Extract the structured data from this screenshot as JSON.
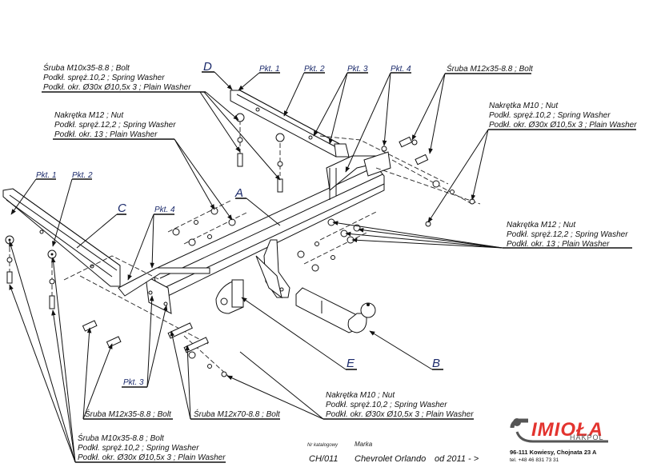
{
  "title_block": {
    "catalog_label": "Nr katalogowy",
    "catalog_number": "CH/011",
    "make_label": "Marka",
    "vehicle": "Chevrolet Orlando",
    "years": "od 2011 - >"
  },
  "company": {
    "logo_text": "IMIOŁA",
    "sub_brand": "HAKPOL",
    "address": "96-111 Kowiesy, Chojnata 23 A",
    "phone": "tel. +48 46 831 73 31",
    "brand_color": "#e3342f"
  },
  "part_letters": {
    "a": "A",
    "b": "B",
    "c": "C",
    "d": "D",
    "e": "E"
  },
  "points": {
    "top_pkt1": "Pkt. 1",
    "top_pkt2": "Pkt. 2",
    "top_pkt3": "Pkt. 3",
    "top_pkt4": "Pkt. 4",
    "left_pkt1": "Pkt. 1",
    "left_pkt2": "Pkt. 2",
    "mid_pkt4": "Pkt. 4",
    "bottom_pkt3": "Pkt. 3"
  },
  "callouts": {
    "top_left_bolt": {
      "line1": "Śruba M10x35-8.8 ;  Bolt",
      "line2": "Podkł. spręż.10,2 ; Spring Washer",
      "line3": "Podkł. okr.  Ø30x Ø10,5x 3 ; Plain Washer"
    },
    "top_left_nut": {
      "line1": "Nakrętka  M12 ; Nut",
      "line2": "Podkł. spręż.12,2 ; Spring Washer",
      "line3": "Podkł. okr. 13 ; Plain Washer"
    },
    "top_right_bolt": {
      "line1": "Śruba M12x35-8.8 ;  Bolt"
    },
    "right_nut_m10": {
      "line1": "Nakrętka  M10 ; Nut",
      "line2": "Podkł. spręż.10,2 ; Spring Washer",
      "line3": "Podkł. okr.  Ø30x Ø10,5x 3 ; Plain Washer"
    },
    "right_nut_m12": {
      "line1": "Nakrętka  M12 ; Nut",
      "line2": "Podkł. spręż.12,2 ; Spring Washer",
      "line3": "Podkł. okr. 13 ; Plain Washer"
    },
    "bottom_nut_m10": {
      "line1": "Nakrętka  M10 ; Nut",
      "line2": "Podkł. spręż.10,2 ; Spring Washer",
      "line3": "Podkł. okr.  Ø30x Ø10,5x 3 ; Plain Washer"
    },
    "bottom_bolt_m12x35": {
      "line1": "Śruba M12x35-8.8 ;  Bolt"
    },
    "bottom_bolt_m12x70": {
      "line1": "Śruba M12x70-8.8 ;  Bolt"
    },
    "bottom_left_bolt": {
      "line1": "Śruba M10x35-8.8 ;  Bolt",
      "line2": "Podkł. spręż.10,2 ; Spring Washer",
      "line3": "Podkł. okr.  Ø30x Ø10,5x 3 ; Plain Washer"
    }
  }
}
